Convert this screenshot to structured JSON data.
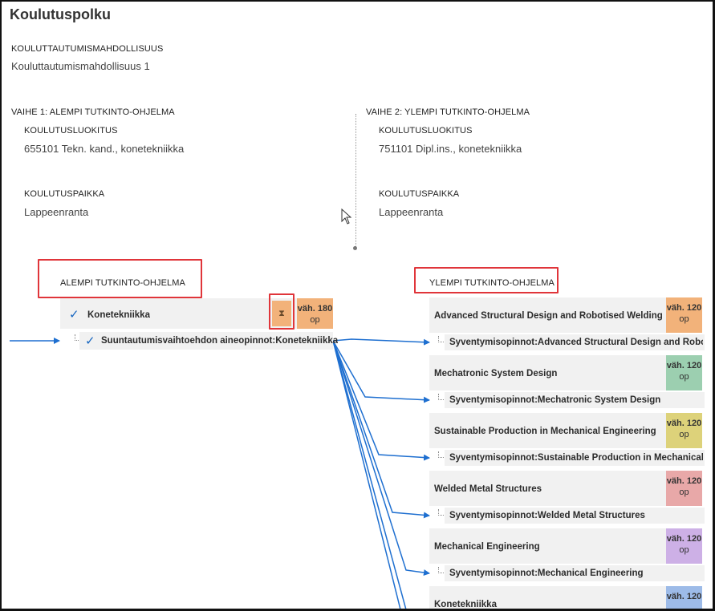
{
  "page_title": "Koulutuspolku",
  "opportunity": {
    "label": "KOULUTTAUTUMISMAHDOLLISUUS",
    "value": "Kouluttautumismahdollisuus 1"
  },
  "phase1": {
    "title": "VAIHE 1: ALEMPI TUTKINTO-OHJELMA",
    "class_label": "KOULUTUSLUOKITUS",
    "class_value": "655101 Tekn. kand., konetekniikka",
    "place_label": "KOULUTUSPAIKKA",
    "place_value": "Lappeenranta"
  },
  "phase2": {
    "title": "VAIHE 2: YLEMPI TUTKINTO-OHJELMA",
    "class_label": "KOULUTUSLUOKITUS",
    "class_value": "751101 Dipl.ins., konetekniikka",
    "place_label": "KOULUTUSPAIKKA",
    "place_value": "Lappeenranta"
  },
  "lower": {
    "heading": "ALEMPI TUTKINTO-OHJELMA",
    "program": "Konetekniikka",
    "badge_top": "väh. 180",
    "badge_bottom": "op",
    "badge_color": "#f2b27a",
    "hourglass_icon": "⧗",
    "sub": "Suuntautumisvaihtoehdon aineopinnot:Konetekniikka"
  },
  "upper": {
    "heading": "YLEMPI TUTKINTO-OHJELMA",
    "programs": [
      {
        "name": "Advanced Structural Design and Robotised Welding",
        "sub": "Syventymisopinnot:Advanced Structural Design and Robotised Welding",
        "badge_top": "väh. 120",
        "badge_bottom": "op",
        "color": "#f2b27a"
      },
      {
        "name": "Mechatronic System Design",
        "sub": "Syventymisopinnot:Mechatronic System Design",
        "badge_top": "väh. 120",
        "badge_bottom": "op",
        "color": "#9ccfb0"
      },
      {
        "name": "Sustainable Production in Mechanical Engineering",
        "sub": "Syventymisopinnot:Sustainable Production in Mechanical Engineering",
        "badge_top": "väh. 120",
        "badge_bottom": "op",
        "color": "#ddd27a"
      },
      {
        "name": "Welded Metal Structures",
        "sub": "Syventymisopinnot:Welded Metal Structures",
        "badge_top": "väh. 120",
        "badge_bottom": "op",
        "color": "#e8a8a8"
      },
      {
        "name": "Mechanical Engineering",
        "sub": "Syventymisopinnot:Mechanical Engineering",
        "badge_top": "väh. 120",
        "badge_bottom": "op",
        "color": "#cdb0e6"
      },
      {
        "name": "Konetekniikka",
        "sub": "",
        "badge_top": "väh. 120",
        "badge_bottom": "",
        "color": "#9dbbe8"
      }
    ]
  },
  "colors": {
    "arrow": "#1e6fd0",
    "highlight": "#e0353a",
    "check": "#1565c0"
  }
}
